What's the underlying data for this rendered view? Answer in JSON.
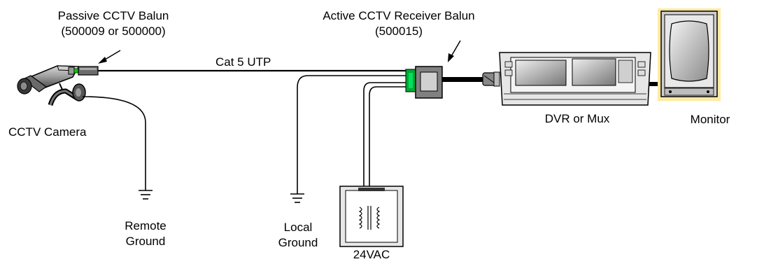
{
  "labels": {
    "passive_balun_line1": "Passive CCTV Balun",
    "passive_balun_line2": "(500009 or 500000)",
    "active_balun_line1": "Active CCTV Receiver Balun",
    "active_balun_line2": "(500015)",
    "cable": "Cat 5 UTP",
    "camera": "CCTV Camera",
    "remote_ground_line1": "Remote",
    "remote_ground_line2": "Ground",
    "local_ground_line1": "Local",
    "local_ground_line2": "Ground",
    "power": "24VAC",
    "dvr": "DVR or Mux",
    "monitor": "Monitor"
  }
}
